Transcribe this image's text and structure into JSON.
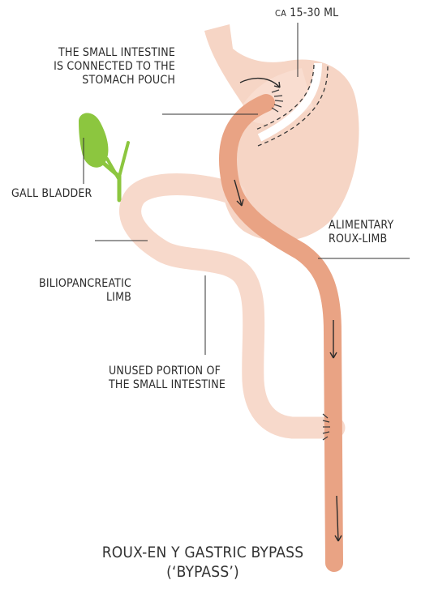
{
  "labels": {
    "volume_prefix": "CA",
    "volume_value": "15-30 ML",
    "connection_line1": "THE SMALL INTESTINE",
    "connection_line2": "IS CONNECTED TO THE",
    "connection_line3": "STOMACH POUCH",
    "gall_bladder": "GALL BLADDER",
    "alimentary_line1": "ALIMENTARY",
    "alimentary_line2": "ROUX-LIMB",
    "biliopancreatic_line1": "BILIOPANCREATIC",
    "biliopancreatic_line2": "LIMB",
    "unused_line1": "UNUSED PORTION OF",
    "unused_line2": "THE SMALL INTESTINE"
  },
  "title": {
    "line1": "ROUX-EN Y GASTRIC BYPASS",
    "line2": "(‘BYPASS’)"
  },
  "colors": {
    "stomach": "#f6d5c5",
    "unused_intestine": "#f7d9cb",
    "alimentary_limb": "#e9a384",
    "gall_bladder": "#8cc63f",
    "staple_line": "#3a3a3a",
    "leader_line": "#333333",
    "text": "#2b2b2b"
  }
}
